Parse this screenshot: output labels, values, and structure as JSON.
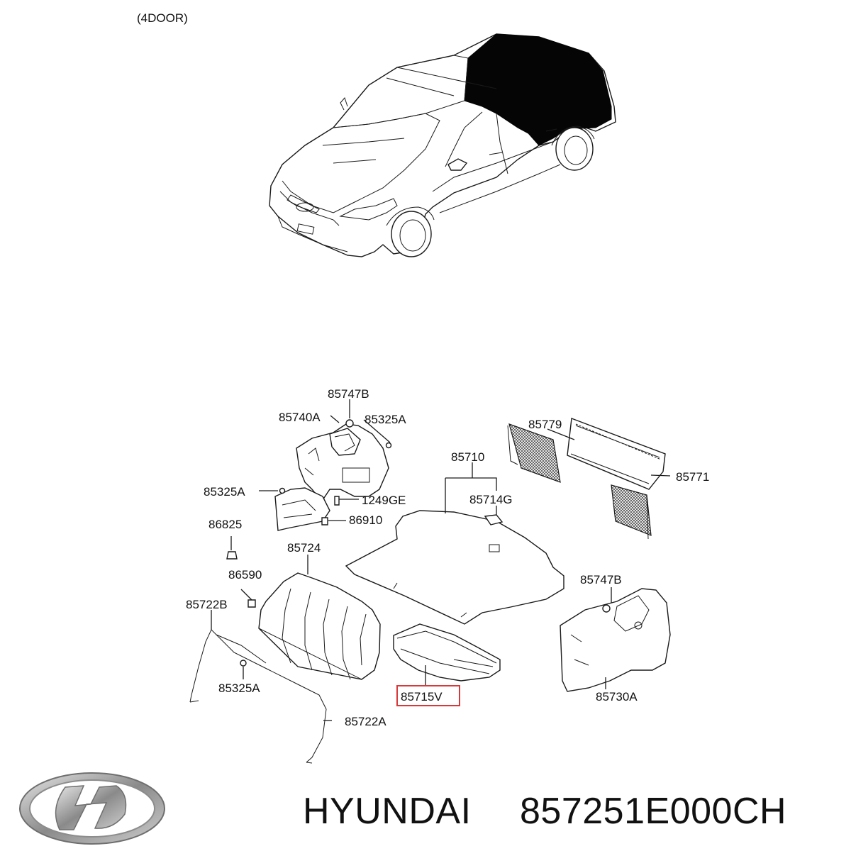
{
  "header": {
    "variant_label": "(4DOOR)"
  },
  "callouts": {
    "c85747B_top": "85747B",
    "c85740A": "85740A",
    "c85325A_top": "85325A",
    "c85710": "85710",
    "c85779": "85779",
    "c85771": "85771",
    "c85325A_left": "85325A",
    "c1249GE": "1249GE",
    "c85714G": "85714G",
    "c86825": "86825",
    "c86910": "86910",
    "c85724": "85724",
    "c86590": "86590",
    "c85747B_right": "85747B",
    "c85722B": "85722B",
    "c85325A_bottom": "85325A",
    "c85715V": "85715V",
    "c85730A": "85730A",
    "c85722A": "85722A"
  },
  "highlighted_part": {
    "code": "85715V",
    "border_color": "#d9383a"
  },
  "footer": {
    "brand": "HYUNDAI",
    "part_number": "857251E000CH"
  },
  "colors": {
    "ink": "#111111",
    "highlight": "#d9383a",
    "logo_silver": "#9a9a9a"
  }
}
